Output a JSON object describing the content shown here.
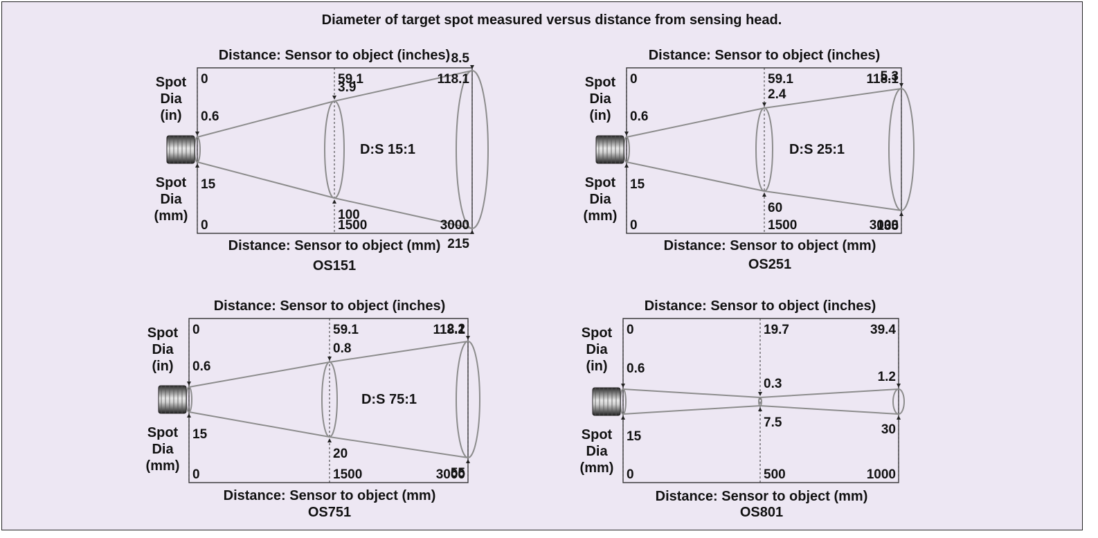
{
  "title": "Diameter of target spot measured versus distance from sensing head.",
  "colors": {
    "background": "#ede7f3",
    "beam": "#8c8c8c",
    "text": "#111111"
  },
  "icons": [
    "sensor-head-icon"
  ],
  "panels": [
    {
      "id": "os151",
      "model": "OS151",
      "ratio": "D:S 15:1",
      "top_axis_label": "Distance: Sensor to object (inches)",
      "bottom_axis_label": "Distance: Sensor to object (mm)",
      "spot_in_label": [
        "Spot",
        "Dia",
        "(in)"
      ],
      "spot_mm_label": [
        "Spot",
        "Dia",
        "(mm)"
      ],
      "dist_in": [
        "0",
        "59.1",
        "118.1"
      ],
      "dist_mm": [
        "0",
        "1500",
        "3000"
      ],
      "spot_in": [
        "0.6",
        "3.9",
        "8.5"
      ],
      "spot_mm": [
        "15",
        "100",
        "215"
      ]
    },
    {
      "id": "os251",
      "model": "OS251",
      "ratio": "D:S 25:1",
      "top_axis_label": "Distance: Sensor to object (inches)",
      "bottom_axis_label": "Distance: Sensor to object (mm)",
      "spot_in_label": [
        "Spot",
        "Dia",
        "(in)"
      ],
      "spot_mm_label": [
        "Spot",
        "Dia",
        "(mm)"
      ],
      "dist_in": [
        "0",
        "59.1",
        "118.1"
      ],
      "dist_mm": [
        "0",
        "1500",
        "3000"
      ],
      "spot_in": [
        "0.6",
        "2.4",
        "5.3"
      ],
      "spot_mm": [
        "15",
        "60",
        "135"
      ]
    },
    {
      "id": "os751",
      "model": "OS751",
      "ratio": "D:S 75:1",
      "top_axis_label": "Distance: Sensor to object (inches)",
      "bottom_axis_label": "Distance: Sensor to object (mm)",
      "spot_in_label": [
        "Spot",
        "Dia",
        "(in)"
      ],
      "spot_mm_label": [
        "Spot",
        "Dia",
        "(mm)"
      ],
      "dist_in": [
        "0",
        "59.1",
        "118.1"
      ],
      "dist_mm": [
        "0",
        "1500",
        "3000"
      ],
      "spot_in": [
        "0.6",
        "0.8",
        "2.2"
      ],
      "spot_mm": [
        "15",
        "20",
        "55"
      ]
    },
    {
      "id": "os801",
      "model": "OS801",
      "ratio": "",
      "top_axis_label": "Distance: Sensor to object (inches)",
      "bottom_axis_label": "Distance: Sensor to object (mm)",
      "spot_in_label": [
        "Spot",
        "Dia",
        "(in)"
      ],
      "spot_mm_label": [
        "Spot",
        "Dia",
        "(mm)"
      ],
      "dist_in": [
        "0",
        "19.7",
        "39.4"
      ],
      "dist_mm": [
        "0",
        "500",
        "1000"
      ],
      "spot_in": [
        "0.6",
        "0.3",
        "1.2"
      ],
      "spot_mm": [
        "15",
        "7.5",
        "30"
      ]
    }
  ]
}
